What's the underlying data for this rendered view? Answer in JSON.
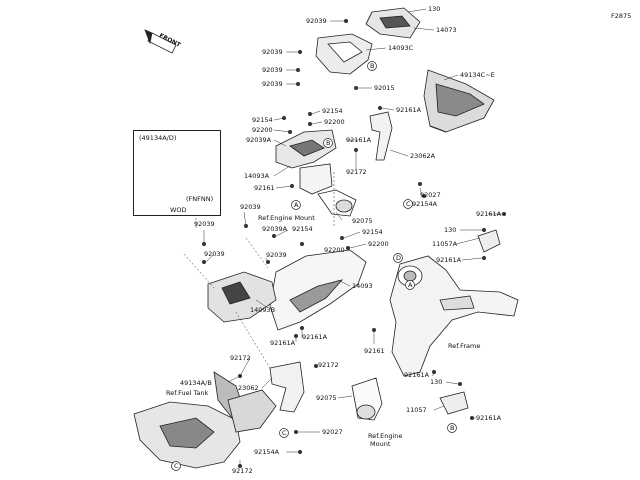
{
  "figure_code": "F2875",
  "front_label": "FRONT",
  "inset": {
    "header": "(49134A/D)",
    "note_top": "(FNFNN)",
    "note_bottom": "WOD"
  },
  "refs": {
    "engine_mount_upper": "Ref.Engine Mount",
    "engine_mount_lower_1": "Ref.Engine",
    "engine_mount_lower_2": "Mount",
    "fuel_tank": "Ref.Fuel Tank",
    "frame": "Ref.Frame"
  },
  "circle_markers": [
    "A",
    "B",
    "C",
    "D"
  ],
  "part_labels": {
    "p01": "92039",
    "p02": "130",
    "p03": "14073",
    "p04": "14093C",
    "p05": "92039",
    "p06": "92039",
    "p07": "92039",
    "p08": "49134C~E",
    "p09": "92015",
    "p10": "92161A",
    "p11": "92154",
    "p12": "92154",
    "p13": "92200",
    "p14": "92200",
    "p15": "92039A",
    "p16": "92161A",
    "p17": "23062A",
    "p18": "14093A",
    "p19": "92172",
    "p20": "92161",
    "p21": "92027",
    "p22": "92154A",
    "p23": "92075",
    "p24": "92039",
    "p25": "92039",
    "p26": "92039A",
    "p27": "92154",
    "p28": "92154",
    "p29": "92200",
    "p30": "92200",
    "p31": "92161A",
    "p32": "130",
    "p33": "11057A",
    "p34": "92161A",
    "p35": "92039",
    "p36": "92039",
    "p37": "14093",
    "p38": "14093B",
    "p39": "92161A",
    "p40": "92161A",
    "p41": "92161",
    "p42": "92172",
    "p43": "92172",
    "p44": "49134A/B",
    "p45": "23062",
    "p46": "92075",
    "p47": "92161A",
    "p48": "130",
    "p49": "11057",
    "p50": "92161A",
    "p51": "92027",
    "p52": "92154A",
    "p53": "92172"
  }
}
